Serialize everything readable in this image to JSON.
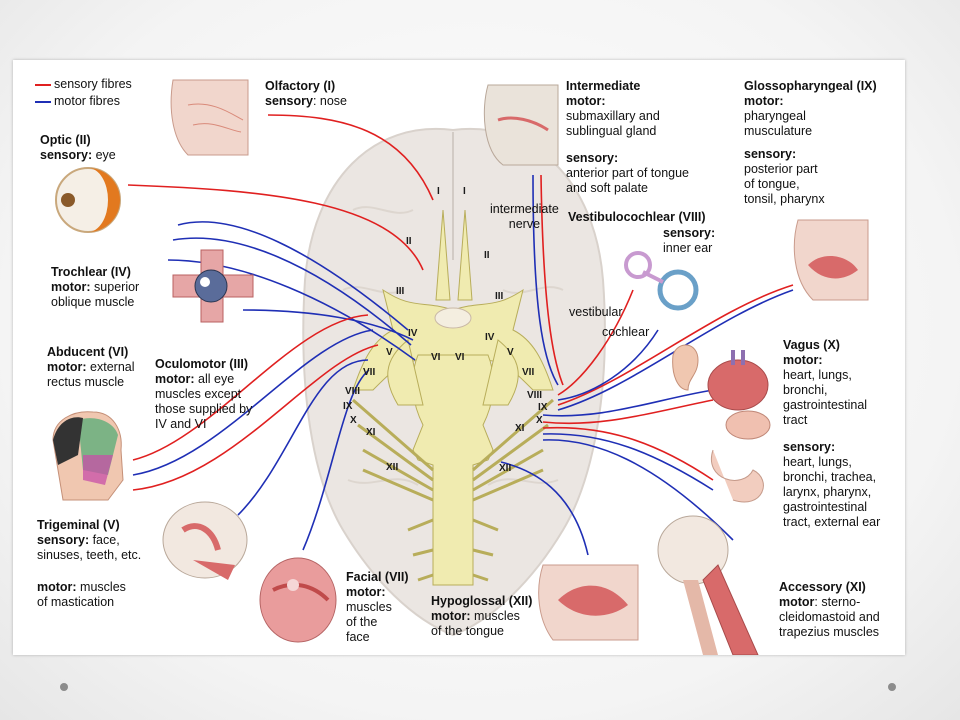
{
  "legend": {
    "sensory": "sensory fibres",
    "motor": "motor fibres",
    "sensory_color": "#e02020",
    "motor_color": "#1f2fb5"
  },
  "nerves": {
    "olfactory": {
      "name": "Olfactory (I)",
      "l1": "sensory",
      "t1": ": nose"
    },
    "optic": {
      "name": "Optic (II)",
      "l1": "sensory:",
      "t1": " eye"
    },
    "trochlear": {
      "name": "Trochlear (IV)",
      "l1": "motor:",
      "t1": " superior",
      "t2": "oblique muscle"
    },
    "abducent": {
      "name": "Abducent (VI)",
      "l1": "motor:",
      "t1": " external",
      "t2": "rectus muscle"
    },
    "oculomotor": {
      "name": "Oculomotor (III)",
      "l1": "motor:",
      "t1": " all eye",
      "t2": "muscles except",
      "t3": "those supplied by",
      "t4": "IV and VI"
    },
    "trigeminal": {
      "name": "Trigeminal (V)",
      "l1": "sensory:",
      "t1": " face,",
      "t2": "sinuses, teeth, etc.",
      "m1": "motor:",
      "m2": " muscles",
      "m3": "of mastication"
    },
    "facial": {
      "name": "Facial (VII)",
      "l1": "motor:",
      "t1": "muscles",
      "t2": "of the",
      "t3": "face"
    },
    "hypoglossal": {
      "name": "Hypoglossal (XII)",
      "l1": "motor:",
      "t1": " muscles",
      "t2": "of the tongue"
    },
    "intermediate": {
      "name": "Intermediate",
      "l1": "motor:",
      "t1": "submaxillary and",
      "t2": "sublingual gland",
      "s1": "sensory:",
      "s2": "anterior part of tongue",
      "s3": "and soft palate"
    },
    "intermediate_nerve": {
      "t1": "intermediate",
      "t2": "nerve"
    },
    "glossopharyngeal": {
      "name": "Glossopharyngeal (IX)",
      "l1": "motor:",
      "t1": "pharyngeal",
      "t2": "musculature",
      "s1": "sensory:",
      "s2": "posterior part",
      "s3": "of tongue,",
      "s4": "tonsil, pharynx"
    },
    "vestibulocochlear": {
      "name": "Vestibulocochlear (VIII)",
      "l1": "sensory:",
      "t1": "inner ear",
      "vestibular": "vestibular",
      "cochlear": "cochlear"
    },
    "vagus": {
      "name": "Vagus (X)",
      "l1": "motor:",
      "t1": "heart, lungs,",
      "t2": "bronchi,",
      "t3": "gastrointestinal",
      "t4": "tract",
      "s1": "sensory:",
      "s2": "heart, lungs,",
      "s3": "bronchi, trachea,",
      "s4": "larynx, pharynx,",
      "s5": "gastrointestinal",
      "s6": "tract, external ear"
    },
    "accessory": {
      "name": "Accessory (XI)",
      "l1": "motor",
      "t1": ": sterno-",
      "t2": "cleidomastoid and",
      "t3": "trapezius muscles"
    }
  },
  "numerals": {
    "I": "I",
    "II": "II",
    "III": "III",
    "IV": "IV",
    "V": "V",
    "VI": "VI",
    "VII": "VII",
    "VIII": "VIII",
    "IX": "IX",
    "X": "X",
    "XI": "XI",
    "XII": "XII"
  },
  "colors": {
    "brainstem": "#f0ebb0",
    "brainstem_stroke": "#b8ad5a",
    "brain": "#ece7e3"
  },
  "icons": [
    "nose-section-icon",
    "eye-icon",
    "eye-muscles-icon",
    "head-dermatome-icon",
    "skull-jaw-icon",
    "face-muscles-icon",
    "tongue-section-icon",
    "neck-muscles-icon",
    "viscera-icon",
    "ear-icon",
    "inner-ear-icon",
    "throat-section-icon",
    "skull-profile-icon"
  ]
}
